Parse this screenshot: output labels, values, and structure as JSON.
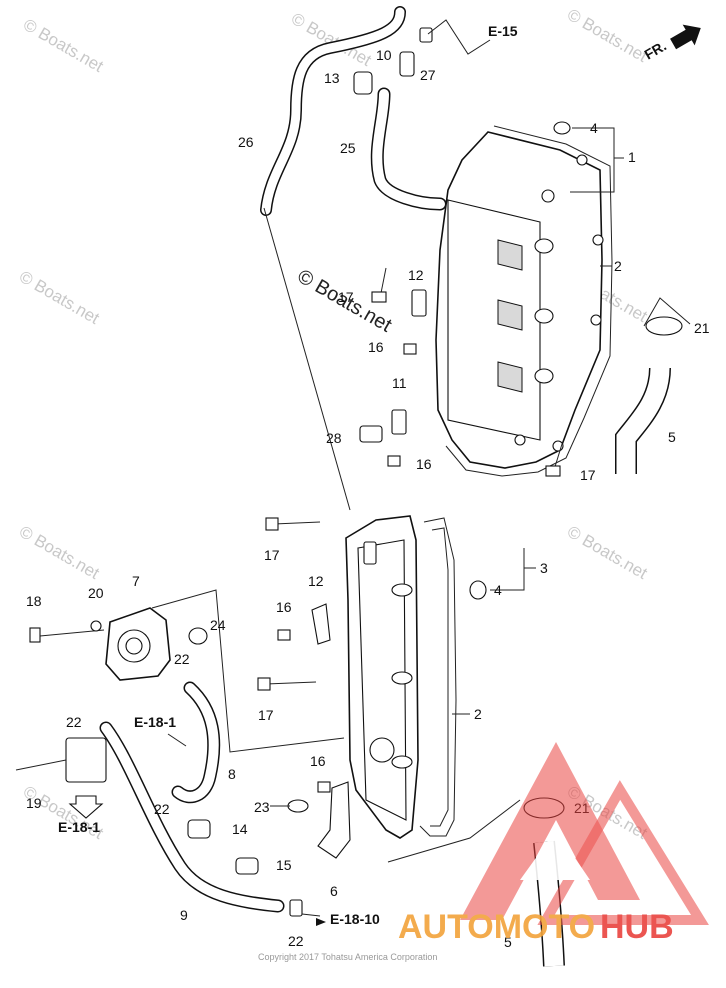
{
  "watermark": {
    "text": "© Boats.net",
    "center_text": "© Boats.net"
  },
  "copyright": "Copyright 2017 Tohatsu America Corporation",
  "direction_label": "FR.",
  "brand": {
    "part1": "AUTOMOTO",
    "part2": "HUB",
    "color_primary": "#f2a33a",
    "color_secondary": "#e9433f"
  },
  "references": {
    "e15": "E-15",
    "e18_1_a": "E-18-1",
    "e18_1_b": "E-18-1",
    "e18_10": "E-18-10"
  },
  "callouts": {
    "c1": "1",
    "c2a": "2",
    "c2b": "2",
    "c3": "3",
    "c4a": "4",
    "c4b": "4",
    "c5a": "5",
    "c5b": "5",
    "c6": "6",
    "c7": "7",
    "c8": "8",
    "c9": "9",
    "c10": "10",
    "c11": "11",
    "c12a": "12",
    "c12b": "12",
    "c13": "13",
    "c14": "14",
    "c15": "15",
    "c16a": "16",
    "c16b": "16",
    "c16c": "16",
    "c16d": "16",
    "c17a": "17",
    "c17b": "17",
    "c17c": "17",
    "c17d": "17",
    "c18": "18",
    "c19": "19",
    "c20": "20",
    "c21a": "21",
    "c21b": "21",
    "c22a": "22",
    "c22b": "22",
    "c22c": "22",
    "c22d": "22",
    "c23": "23",
    "c24": "24",
    "c25": "25",
    "c26": "26",
    "c27": "27",
    "c28": "28"
  }
}
